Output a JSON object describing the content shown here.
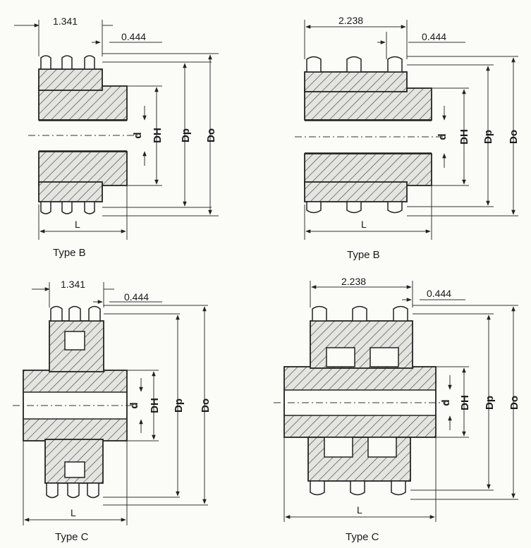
{
  "diagrams": [
    {
      "caption": "Type B",
      "width_label": "1.341",
      "tooth_label": "0.444",
      "length_label": "L",
      "dia_labels": [
        "d",
        "DH",
        "Dp",
        "Do"
      ]
    },
    {
      "caption": "Type B",
      "width_label": "2.238",
      "tooth_label": "0.444",
      "length_label": "L",
      "dia_labels": [
        "d",
        "DH",
        "Dp",
        "Do"
      ]
    },
    {
      "caption": "Type C",
      "width_label": "1.341",
      "tooth_label": "0.444",
      "length_label": "L",
      "dia_labels": [
        "d",
        "DH",
        "Dp",
        "Do"
      ]
    },
    {
      "caption": "Type C",
      "width_label": "2.238",
      "tooth_label": "0.444",
      "length_label": "L",
      "dia_labels": [
        "d",
        "DH",
        "Dp",
        "Do"
      ]
    }
  ]
}
